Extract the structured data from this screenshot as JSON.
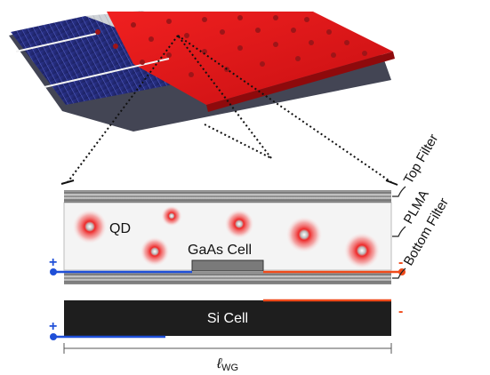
{
  "labels": {
    "top_filter": "Top Filter",
    "plma": "PLMA",
    "bottom_filter": "Bottom Filter",
    "qd": "QD",
    "gaas_cell": "GaAs Cell",
    "si_cell": "Si Cell",
    "plus_top": "+",
    "minus_top": "-",
    "plus_bottom": "+",
    "minus_bottom": "-",
    "length_symbol": "ℓ",
    "length_subscript": "WG"
  },
  "colors": {
    "si_panel": "#2a2f80",
    "luminescent_panel": "#e01818",
    "wire_positive": "#1f4fd8",
    "wire_negative": "#f04a1a",
    "si_cell": "#1e1e1e",
    "gaas_cell": "#7a7a7a",
    "waveguide": "#f4f4f4"
  },
  "icons": {
    "qd": "glowing-dot-icon"
  }
}
